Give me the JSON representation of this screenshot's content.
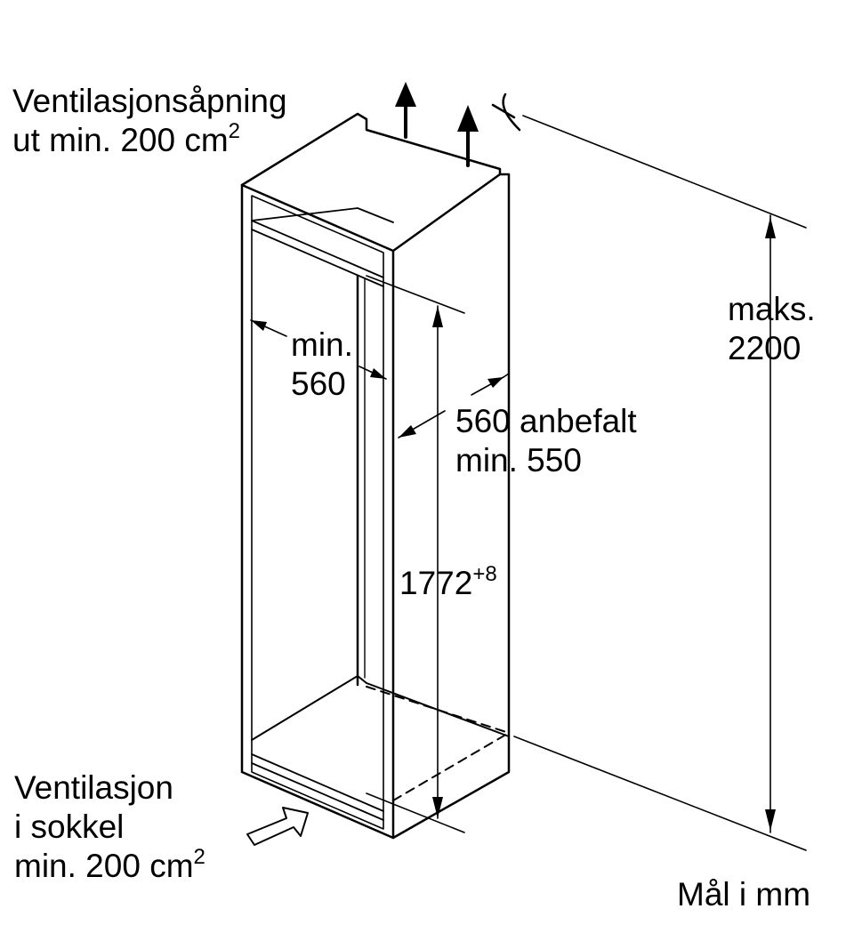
{
  "labels": {
    "vent_top": {
      "line1": "Ventilasjonsåpning",
      "line2": "ut min. 200 cm",
      "sup": "2"
    },
    "min_width": {
      "line1": "min.",
      "line2": "560"
    },
    "depth": {
      "line1": "560 anbefalt",
      "line2": "min. 550"
    },
    "max_height": {
      "line1": "maks.",
      "line2": "2200"
    },
    "niche_height": {
      "value": "1772",
      "sup": "+8"
    },
    "vent_bottom": {
      "line1": "Ventilasjon",
      "line2": "i sokkel",
      "line3": "min. 200 cm",
      "sup": "2"
    },
    "units": "Mål i mm"
  },
  "colors": {
    "stroke": "#000000",
    "background": "#ffffff"
  }
}
